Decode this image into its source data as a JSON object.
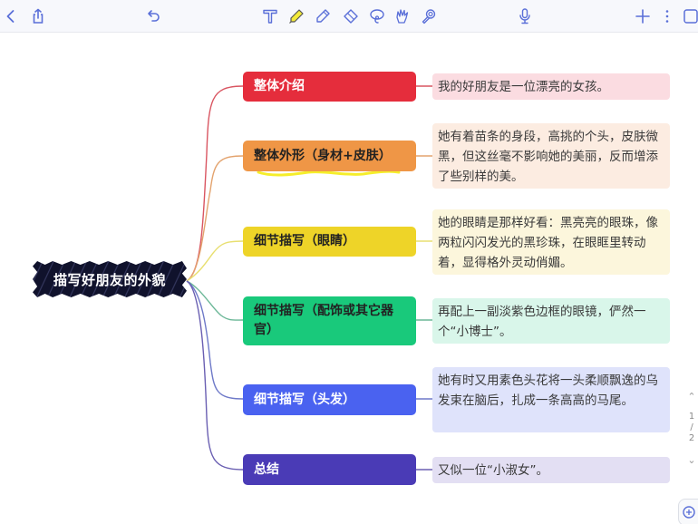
{
  "toolbar": {
    "left_icons": [
      "back-icon",
      "share-icon",
      "undo-icon"
    ],
    "tool_icons": [
      "text-tool-icon",
      "highlighter-yellow-icon",
      "pen-icon",
      "eraser-icon",
      "lasso-icon",
      "hand-icon",
      "laser-pointer-icon"
    ],
    "right_icons": [
      "microphone-icon",
      "add-icon",
      "more-icon",
      "page-icon"
    ],
    "accent_color": "#5a6fd8"
  },
  "mindmap": {
    "root": {
      "label": "描写好朋友的外貌",
      "color": "#10122c"
    },
    "branches": [
      {
        "topic": "整体介绍",
        "topic_color": "#e52d3c",
        "topic_text_color": "#ffffff",
        "detail": "我的好朋友是一位漂亮的女孩。",
        "detail_bg": "#fbdce1",
        "link_color": "#d95561"
      },
      {
        "topic": "整体外形（身材+皮肤）",
        "topic_color": "#ef9646",
        "topic_text_color": "#222222",
        "detail": "她有着苗条的身段，高挑的个头，皮肤微黑，但这丝毫不影响她的美丽，反而增添了些别样的美。",
        "detail_bg": "#fcece1",
        "link_color": "#e3a36e",
        "annotation": "yellow-underline"
      },
      {
        "topic": "细节描写（眼睛）",
        "topic_color": "#eed428",
        "topic_text_color": "#222222",
        "detail": "她的眼睛是那样好看：黑亮亮的眼珠，像两粒闪闪发光的黑珍珠，在眼眶里转动着，显得格外灵动俏媚。",
        "detail_bg": "#fcf6dc",
        "link_color": "#e8df70"
      },
      {
        "topic": "细节描写（配饰或其它器官）",
        "topic_color": "#19c97b",
        "topic_text_color": "#222222",
        "detail": "再配上一副淡紫色边框的眼镜，俨然一个“小博士”。",
        "detail_bg": "#d9f6ea",
        "link_color": "#6bb797"
      },
      {
        "topic": "细节描写（头发）",
        "topic_color": "#4a62f0",
        "topic_text_color": "#ffffff",
        "detail": "她有时又用素色头花将一头柔顺飘逸的乌发束在脑后，扎成一条高高的马尾。",
        "detail_bg": "#dfe3fb",
        "link_color": "#6e79c8"
      },
      {
        "topic": "总结",
        "topic_color": "#4a3bb6",
        "topic_text_color": "#ffffff",
        "detail": "又似一位“小淑女”。",
        "detail_bg": "#e3dff3",
        "link_color": "#6a5fb2"
      }
    ]
  },
  "pager": {
    "current": "1",
    "separator": "/",
    "total": "2",
    "up_icon": "chevron-up-icon",
    "down_icon": "chevron-down-icon"
  },
  "zoom_control": {
    "icon": "zoom-in-icon"
  }
}
